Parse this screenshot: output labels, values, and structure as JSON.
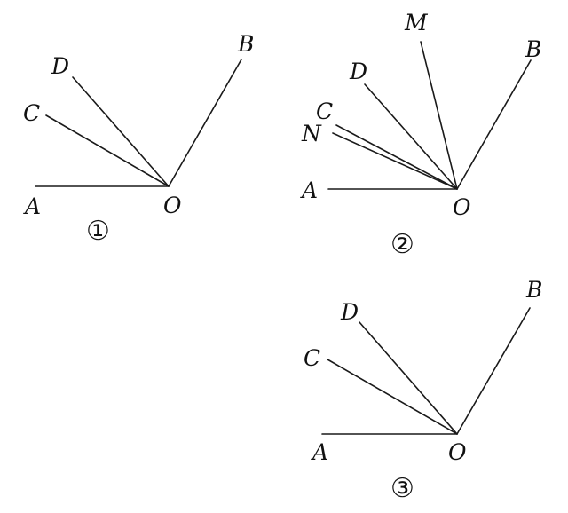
{
  "figures": [
    {
      "id": "fig1",
      "number_label": "①",
      "rays": [
        "OA",
        "OC",
        "OD",
        "OB"
      ],
      "labels": {
        "A": "A",
        "C": "C",
        "D": "D",
        "B": "B",
        "O": "O"
      }
    },
    {
      "id": "fig2",
      "number_label": "②",
      "rays": [
        "OA",
        "ON",
        "OC",
        "OD",
        "OM",
        "OB"
      ],
      "labels": {
        "A": "A",
        "N": "N",
        "C": "C",
        "D": "D",
        "M": "M",
        "B": "B",
        "O": "O"
      }
    },
    {
      "id": "fig3",
      "number_label": "③",
      "rays": [
        "OA",
        "OC",
        "OD",
        "OB"
      ],
      "labels": {
        "A": "A",
        "C": "C",
        "D": "D",
        "B": "B",
        "O": "O"
      }
    }
  ]
}
